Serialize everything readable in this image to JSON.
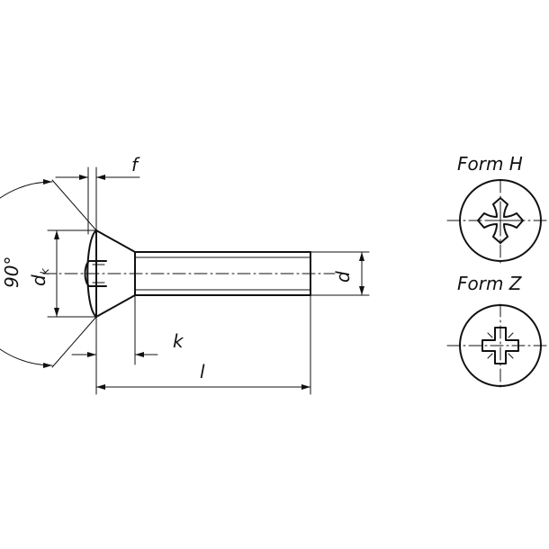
{
  "labels": {
    "f": "f",
    "k": "k",
    "l": "l",
    "d": "d",
    "dk_main": "d",
    "dk_sub": "k",
    "angle": "90°"
  },
  "forms": [
    {
      "label": "Form  H",
      "drive": "cross-recess-h"
    },
    {
      "label": "Form  Z",
      "drive": "cross-recess-z"
    }
  ]
}
